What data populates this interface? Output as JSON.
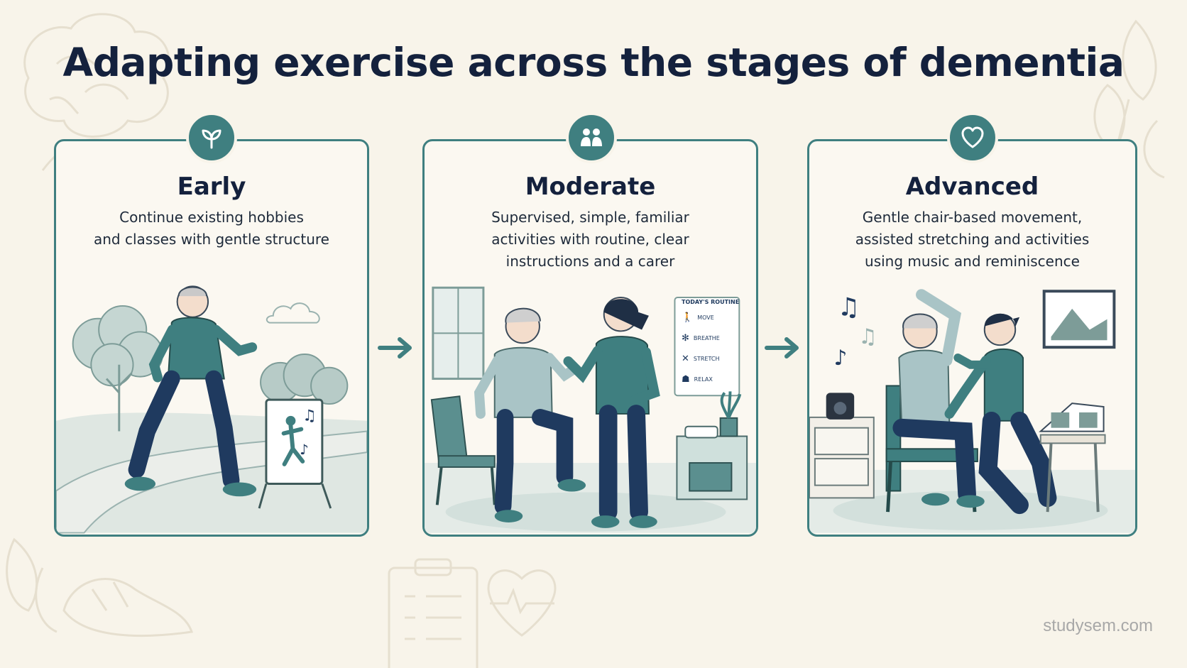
{
  "title": "Adapting exercise across the stages of dementia",
  "stages": [
    {
      "name": "Early",
      "description_lines": [
        "Continue existing hobbies",
        "and classes with gentle structure"
      ],
      "icon": "sprout-icon"
    },
    {
      "name": "Moderate",
      "description_lines": [
        "Supervised, simple, familiar",
        "activities with routine, clear",
        "instructions and a carer"
      ],
      "icon": "two-people-icon",
      "routine_board": {
        "heading": "TODAY'S ROUTINE",
        "items": [
          "MOVE",
          "BREATHE",
          "STRETCH",
          "RELAX"
        ]
      }
    },
    {
      "name": "Advanced",
      "description_lines": [
        "Gentle chair-based movement,",
        "assisted stretching and activities",
        "using music and reminiscence"
      ],
      "icon": "heart-icon"
    }
  ],
  "footer": "studysem.com",
  "colors": {
    "accent": "#3f7f80",
    "navy": "#1f3a5f",
    "background": "#f8f4ea",
    "title": "#14213d"
  }
}
